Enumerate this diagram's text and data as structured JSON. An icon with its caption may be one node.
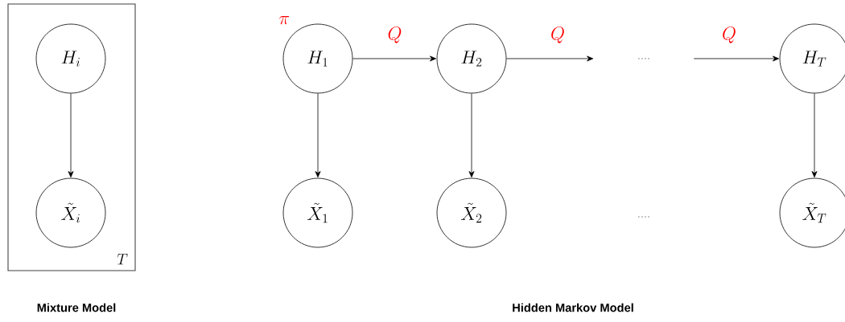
{
  "diagram": {
    "nodes": [
      {
        "text": [
          "T"
        ]
      },
      {
        "text": [
          "H_i"
        ],
        "in": 0
      },
      {
        "text": [
          "\\tilde{X}_i"
        ],
        "in": 0
      },
      {
        "text": [
          "H_1"
        ],
        "beside": [
          "\\pi"
        ]
      },
      {
        "text": [
          "H_2"
        ]
      },
      {
        "text": [
          "...."
        ]
      },
      {
        "text": [
          "H_T"
        ]
      },
      {
        "text": [
          "\\tilde{X}_1"
        ]
      },
      {
        "text": [
          "\\tilde{X}_2"
        ]
      },
      {
        "text": [
          "...."
        ]
      },
      {
        "text": [
          "\\tilde{X}_T"
        ]
      }
    ],
    "edges": [
      {
        "from": 1,
        "to": 2,
        "arrow": "to"
      },
      {
        "from": 3,
        "to": 4,
        "arrow": "to",
        "label": "Q"
      },
      {
        "from": 4,
        "to": 5,
        "arrow": "to",
        "label": "Q"
      },
      {
        "from": 5,
        "to": 6,
        "arrow": "to",
        "label": "Q"
      },
      {
        "from": 3,
        "to": 7,
        "arrow": "to"
      },
      {
        "from": 4,
        "to": 8,
        "arrow": "to"
      },
      {
        "from": 6,
        "to": 10,
        "arrow": "to"
      }
    ],
    "labels": [
      "Mixture Model",
      "Hidden Markov Model"
    ]
  }
}
